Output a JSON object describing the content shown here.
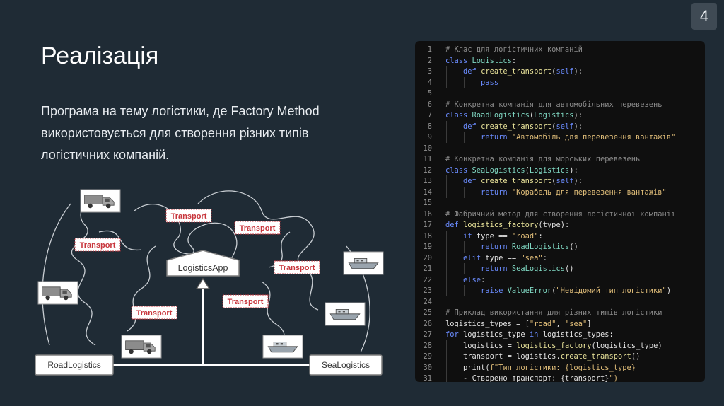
{
  "page_number": "4",
  "title": "Реалізація",
  "description": "Програма на тему логістики, де Factory Method використовується для створення різних типів логістичних компаній.",
  "diagram": {
    "app_label": "LogisticsApp",
    "road_label": "RoadLogistics",
    "sea_label": "SeaLogistics",
    "transport_label": "Transport",
    "icons": [
      "truck-icon",
      "boat-icon"
    ]
  },
  "code": [
    {
      "n": "1",
      "t": "# Клас для логістичних компаній"
    },
    {
      "n": "2",
      "t": "class Logistics:"
    },
    {
      "n": "3",
      "t": "    def create_transport(self):"
    },
    {
      "n": "4",
      "t": "        pass"
    },
    {
      "n": "5",
      "t": ""
    },
    {
      "n": "6",
      "t": "# Конкретна компанія для автомобільних перевезень"
    },
    {
      "n": "7",
      "t": "class RoadLogistics(Logistics):"
    },
    {
      "n": "8",
      "t": "    def create_transport(self):"
    },
    {
      "n": "9",
      "t": "        return \"Автомобіль для перевезення вантажів\""
    },
    {
      "n": "10",
      "t": ""
    },
    {
      "n": "11",
      "t": "# Конкретна компанія для морських перевезень"
    },
    {
      "n": "12",
      "t": "class SeaLogistics(Logistics):"
    },
    {
      "n": "13",
      "t": "    def create_transport(self):"
    },
    {
      "n": "14",
      "t": "        return \"Корабель для перевезення вантажів\""
    },
    {
      "n": "15",
      "t": ""
    },
    {
      "n": "16",
      "t": "# Фабричний метод для створення логістичної компанії"
    },
    {
      "n": "17",
      "t": "def logistics_factory(type):"
    },
    {
      "n": "18",
      "t": "    if type == \"road\":"
    },
    {
      "n": "19",
      "t": "        return RoadLogistics()"
    },
    {
      "n": "20",
      "t": "    elif type == \"sea\":"
    },
    {
      "n": "21",
      "t": "        return SeaLogistics()"
    },
    {
      "n": "22",
      "t": "    else:"
    },
    {
      "n": "23",
      "t": "        raise ValueError(\"Невідомий тип логістики\")"
    },
    {
      "n": "24",
      "t": ""
    },
    {
      "n": "25",
      "t": "# Приклад використання для різних типів логістики"
    },
    {
      "n": "26",
      "t": "logistics_types = [\"road\", \"sea\"]"
    },
    {
      "n": "27",
      "t": "for logistics_type in logistics_types:"
    },
    {
      "n": "28",
      "t": "    logistics = logistics_factory(logistics_type)"
    },
    {
      "n": "29",
      "t": "    transport = logistics.create_transport()"
    },
    {
      "n": "30",
      "t": "    print(f\"Тип логістики: {logistics_type}"
    },
    {
      "n": "31",
      "t": "    - Створено транспорт: {transport}\")"
    }
  ],
  "colors": {
    "background": "#1f2b35",
    "code_background": "#0f0f0f",
    "transport_label": "#c8363d",
    "keyword": "#6b8cff",
    "string": "#e2bf7a",
    "comment": "#8a8a8a"
  }
}
